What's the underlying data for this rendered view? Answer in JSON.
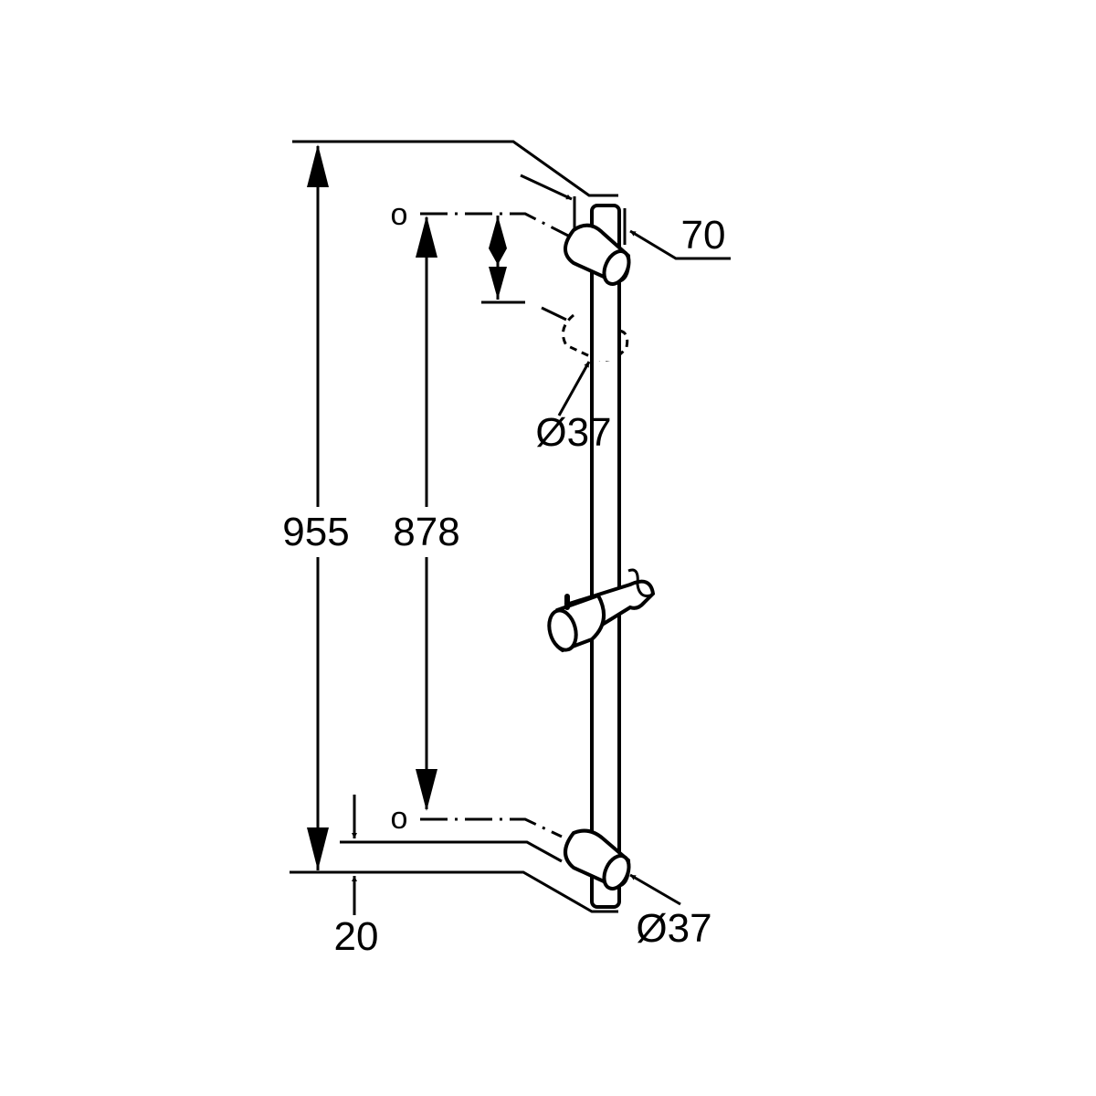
{
  "diagram": {
    "colors": {
      "line": "#000000",
      "background": "#ffffff"
    },
    "dimensions": {
      "overall_height": "955",
      "fixing_distance": "878",
      "wall_offset": "70",
      "bracket_diameter_top": "Ø37",
      "bracket_diameter_bottom": "Ø37",
      "bottom_offset": "20"
    },
    "markers": {
      "top_origin": "o",
      "bottom_origin": "o"
    }
  }
}
